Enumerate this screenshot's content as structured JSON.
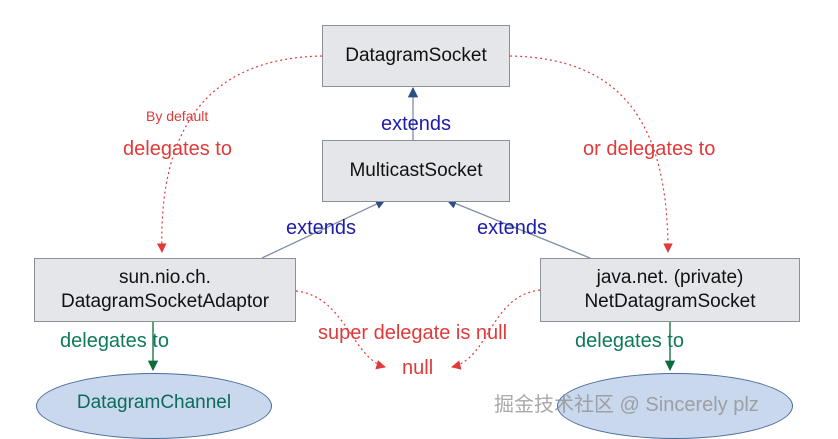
{
  "nodes": {
    "datagram_socket": "DatagramSocket",
    "multicast_socket": "MulticastSocket",
    "adaptor": [
      "sun.nio.ch.",
      "DatagramSocketAdaptor"
    ],
    "net_datagram": [
      "java.net. (private)",
      "NetDatagramSocket"
    ],
    "datagram_channel": "DatagramChannel",
    "null_node": "null",
    "right_ellipse": ""
  },
  "labels": {
    "by_default": "By default",
    "delegates_to_left": "delegates to",
    "or_delegates_to": "or delegates to",
    "extends_top": "extends",
    "extends_left": "extends",
    "extends_right": "extends",
    "delegates_to_bottom_left": "delegates to",
    "delegates_to_bottom_right": "delegates to",
    "super_delegate": "super delegate is null"
  },
  "watermark": "掘金技术社区 @ Sincerely plz",
  "colors": {
    "delegation": "#e03a3a",
    "extends": "#1c1ca8",
    "delegates_green": "#0e7a5a"
  }
}
